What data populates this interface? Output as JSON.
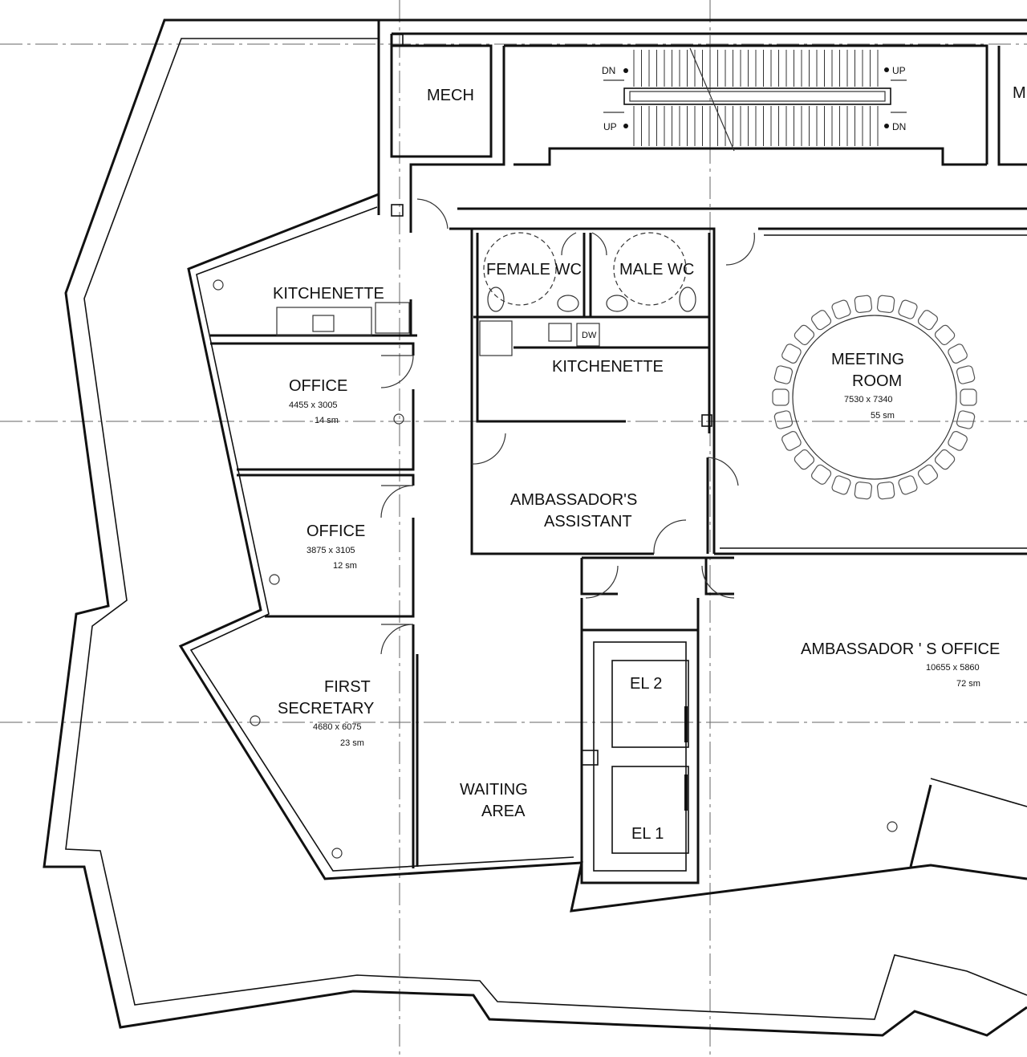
{
  "rooms": {
    "mech_left": "MECH",
    "mech_right": "ME",
    "kitchenette_left": "KITCHENETTE",
    "office1": {
      "name": "OFFICE",
      "dims": "4455 x 3005",
      "area": "14 sm"
    },
    "office2": {
      "name": "OFFICE",
      "dims": "3875 x 3105",
      "area": "12 sm"
    },
    "first_secretary": {
      "line1": "FIRST",
      "line2": "SECRETARY",
      "dims": "4680 x 6075",
      "area": "23 sm"
    },
    "waiting_area": {
      "line1": "WAITING",
      "line2": "AREA"
    },
    "female_wc": "FEMALE WC",
    "male_wc": "MALE WC",
    "kitchenette_center": "KITCHENETTE",
    "dishwasher": "DW",
    "ambassadors_assistant": {
      "line1": "AMBASSADOR'S",
      "line2": "ASSISTANT"
    },
    "meeting_room": {
      "line1": "MEETING",
      "line2": "ROOM",
      "dims": "7530 x 7340",
      "area": "55 sm"
    },
    "ambassadors_office": {
      "name": "AMBASSADOR ' S OFFICE",
      "dims": "10655 x 5860",
      "area": "72 sm"
    },
    "elevator1": "EL 1",
    "elevator2": "EL 2"
  },
  "stairs": {
    "dn_left": "DN",
    "up_left": "UP",
    "up_right": "UP",
    "dn_right": "DN"
  }
}
